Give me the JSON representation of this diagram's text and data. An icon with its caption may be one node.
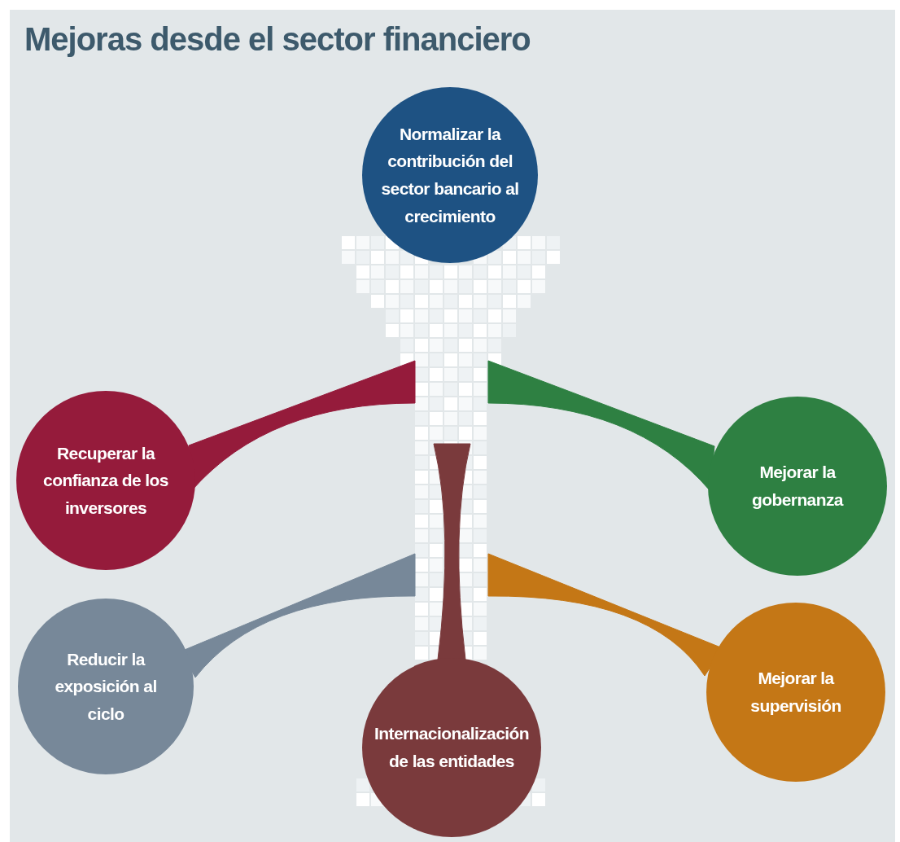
{
  "diagram": {
    "title": "Mejoras desde el sector financiero",
    "nodes": [
      {
        "text": [
          "Normalizar la contribución del sector bancario al crecimiento"
        ]
      },
      {
        "text": [
          "Recuperar la confianza de los inversores"
        ]
      },
      {
        "text": [
          "Mejorar la gobernanza"
        ]
      },
      {
        "text": [
          "Reducir la exposición al ciclo"
        ]
      },
      {
        "text": [
          "Mejorar la supervisión"
        ]
      },
      {
        "text": [
          "Internacionalización de las entidades"
        ]
      },
      {
        "text": [],
        "shape": "arrow"
      }
    ],
    "edges": [
      {
        "from": 1,
        "to": 6,
        "arrow": "none",
        "color": "#951b3b"
      },
      {
        "from": 2,
        "to": 6,
        "arrow": "none",
        "color": "#2e8042"
      },
      {
        "from": 3,
        "to": 6,
        "arrow": "none",
        "color": "#778899"
      },
      {
        "from": 4,
        "to": 6,
        "arrow": "none",
        "color": "#c47716"
      },
      {
        "from": 5,
        "to": 6,
        "arrow": "none",
        "color": "#7a3a3c"
      }
    ]
  }
}
